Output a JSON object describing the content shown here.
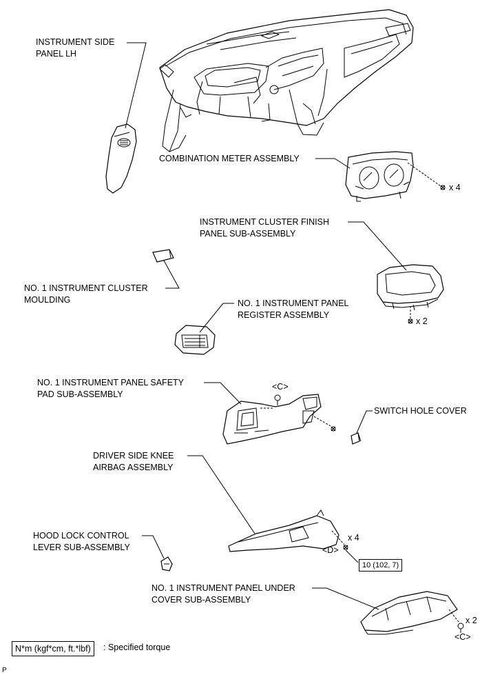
{
  "labels": {
    "side_panel": [
      "INSTRUMENT SIDE",
      "PANEL LH"
    ],
    "combination_meter": [
      "COMBINATION METER ASSEMBLY"
    ],
    "cluster_finish_panel": [
      "INSTRUMENT CLUSTER FINISH",
      "PANEL SUB-ASSEMBLY"
    ],
    "cluster_moulding": [
      "NO. 1 INSTRUMENT CLUSTER",
      "MOULDING"
    ],
    "register_assembly": [
      "NO. 1 INSTRUMENT PANEL",
      "REGISTER ASSEMBLY"
    ],
    "safety_pad": [
      "NO. 1 INSTRUMENT PANEL SAFETY",
      "PAD SUB-ASSEMBLY"
    ],
    "switch_hole_cover": [
      "SWITCH HOLE COVER"
    ],
    "knee_airbag": [
      "DRIVER SIDE KNEE",
      "AIRBAG ASSEMBLY"
    ],
    "hood_lock_lever": [
      "HOOD LOCK CONTROL",
      "LEVER SUB-ASSEMBLY"
    ],
    "under_cover": [
      "NO. 1 INSTRUMENT PANEL UNDER",
      "COVER SUB-ASSEMBLY"
    ]
  },
  "fastener_callouts": {
    "meter_qty": "x 4",
    "finish_panel_qty": "x 2",
    "safety_pad_clip": "<C>",
    "airbag_qty": "x 4",
    "airbag_bolt": "<D>",
    "under_cover_qty": "x 2",
    "under_cover_clip": "<C>"
  },
  "torque": {
    "airbag_bolt_torque": "10 (102, 7)"
  },
  "legend": {
    "unit_box": "N*m (kgf*cm, ft.*lbf)",
    "description": ": Specified torque"
  },
  "corner_mark": "P"
}
